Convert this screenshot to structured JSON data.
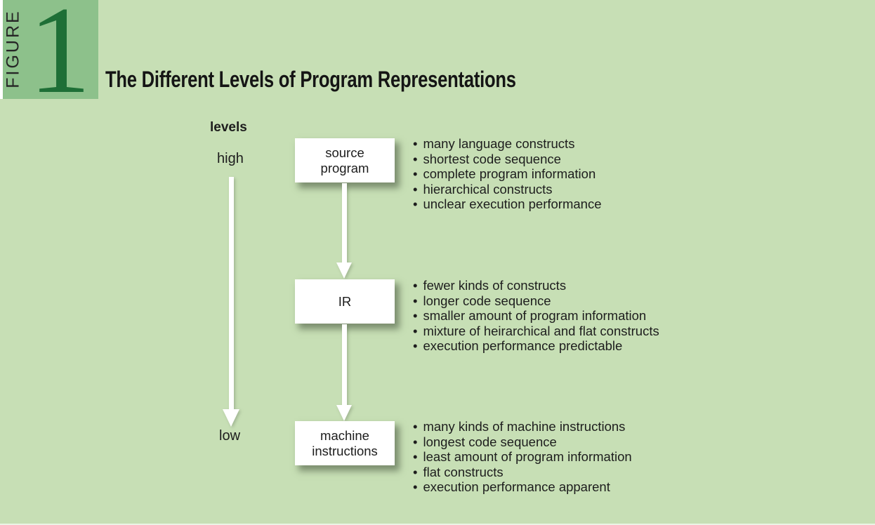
{
  "figure_label": {
    "kicker": "FIGURE",
    "number": "1"
  },
  "title": "The Different Levels of Program Representations",
  "axis": {
    "label": "levels",
    "high": "high",
    "low": "low"
  },
  "levels": [
    {
      "name": "source program",
      "box_lines": [
        "source",
        "program"
      ],
      "bullets": [
        "many language constructs",
        "shortest code sequence",
        "complete program information",
        "hierarchical constructs",
        "unclear execution performance"
      ]
    },
    {
      "name": "IR",
      "box_lines": [
        "IR"
      ],
      "bullets": [
        "fewer kinds of constructs",
        "longer code sequence",
        "smaller amount of program information",
        "mixture of heirarchical and flat constructs",
        "execution performance predictable"
      ]
    },
    {
      "name": "machine instructions",
      "box_lines": [
        "machine",
        "instructions"
      ],
      "bullets": [
        "many kinds of machine instructions",
        "longest code sequence",
        "least amount of program information",
        "flat constructs",
        "execution performance apparent"
      ]
    }
  ],
  "colors": {
    "page_background": "#c7dfb5",
    "figure_block_green": "#8dc18b",
    "figure_number_green": "#1e6f36",
    "box_background": "#ffffff",
    "arrow": "#ffffff",
    "text": "#1d1d1d"
  }
}
